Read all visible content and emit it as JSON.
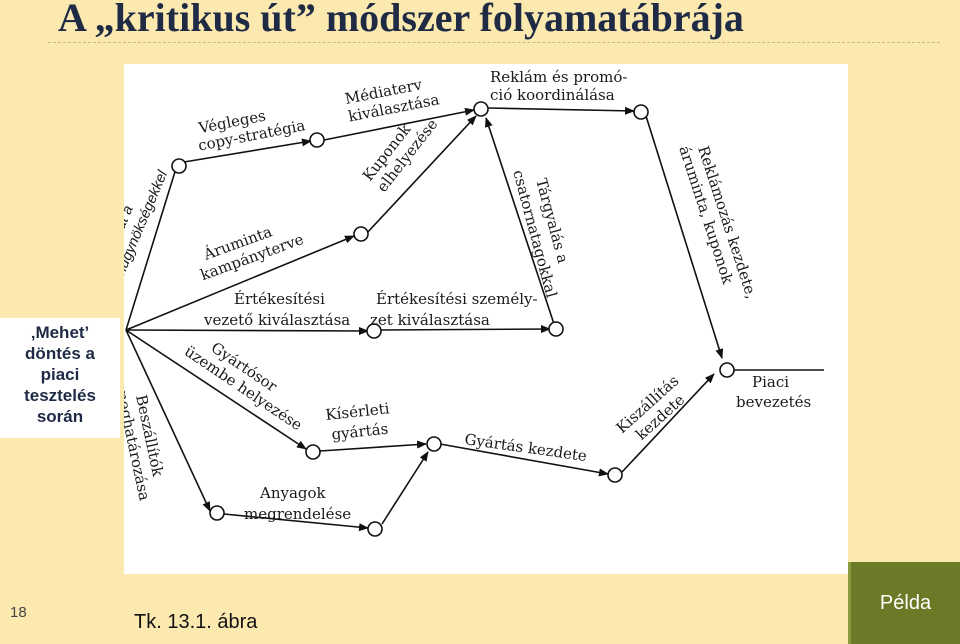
{
  "title": "A „kritikus út” módszer folyamatábrája",
  "left_note": [
    "‚Mehet’",
    "döntés a",
    "piaci",
    "tesztelés",
    "során"
  ],
  "page_number": "18",
  "caption": "Tk. 13.1. ábra",
  "badge": "Példa",
  "diagram": {
    "side_note": [
      "Felülvizsgálat a",
      "reklámügynökségekkel"
    ],
    "labels": {
      "vegleges": [
        "Végleges",
        "copy-stratégia"
      ],
      "mediaterv": [
        "Médiaterv",
        "kiválasztása"
      ],
      "reklam": [
        "Reklám és promó-",
        "ció koordinálása"
      ],
      "kuponok": [
        "Kuponok",
        "elhelyezése"
      ],
      "targyalas": [
        "Tárgyalás a",
        "csatornatagokkal"
      ],
      "reklamozas": [
        "Reklámozás kezdete,",
        "árumintа, kuponok"
      ],
      "arumintа": [
        "Áruminta",
        "kampányterve"
      ],
      "ert_vezeto": [
        "Értékesítési",
        "vezető kiválasztása"
      ],
      "ert_szemelyzet": [
        "Értékesítési személy-",
        "zet kiválasztása"
      ],
      "gyartosor": [
        "Gyártósor",
        "üzembe helyezése"
      ],
      "kiserleti": [
        "Kísérleti",
        "gyártás"
      ],
      "gyartas": [
        "Gyártás kezdete"
      ],
      "kiszallitas": [
        "Kiszállítás",
        "kezdete"
      ],
      "piaci": [
        "Piaci",
        "bevezetés"
      ],
      "beszallitok": [
        "Beszállítók",
        "meghatározása"
      ],
      "anyagok": [
        "Anyagok",
        "megrendelése"
      ]
    }
  }
}
